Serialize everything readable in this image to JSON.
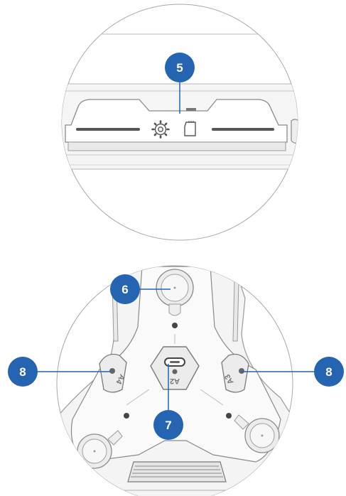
{
  "colors": {
    "callout": "#2464b0",
    "line": "#2464b0",
    "outline": "#9a9a9a",
    "device_fill": "#f3f3f3"
  },
  "callouts": [
    {
      "id": "callout-5",
      "label": "5",
      "target": "microsd-card-slot"
    },
    {
      "id": "callout-6",
      "label": "6",
      "target": "top-mount-hole"
    },
    {
      "id": "callout-7",
      "label": "7",
      "target": "usb-c-port"
    },
    {
      "id": "callout-8-left",
      "label": "8",
      "target": "arm-a4-port"
    },
    {
      "id": "callout-8-right",
      "label": "8",
      "target": "arm-a3-port"
    }
  ],
  "engraved_labels": {
    "port_a2": "A2",
    "arm_a4": "A4",
    "arm_a3": "A3"
  },
  "icons": [
    "gear-icon",
    "microsd-card-icon"
  ]
}
